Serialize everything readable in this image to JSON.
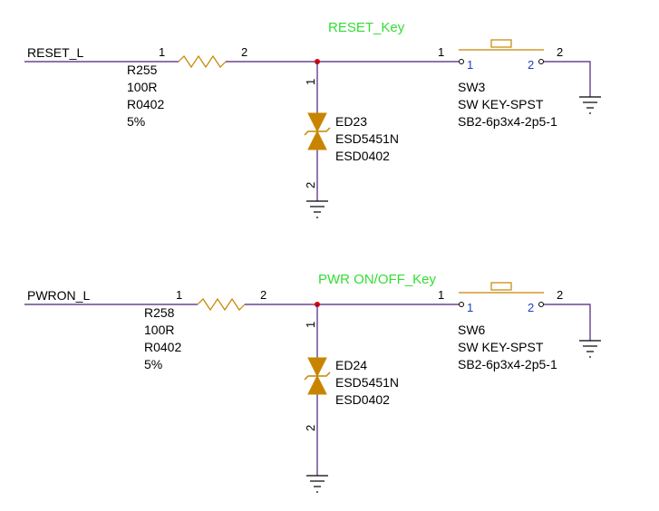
{
  "colors": {
    "wire": "#4b1f7a",
    "component": "#c88400",
    "net_label": "#33dd33",
    "junction": "#dd0000",
    "blue_pin": "#1f3fbf"
  },
  "circuits": [
    {
      "net_label": "RESET_Key",
      "input_net": "RESET_L",
      "resistor": {
        "ref": "R255",
        "value": "100R",
        "footprint": "R0402",
        "tolerance": "5%",
        "pin1": "1",
        "pin2": "2"
      },
      "diode": {
        "ref": "ED23",
        "part": "ESD5451N",
        "footprint": "ESD0402",
        "pin1": "1",
        "pin2": "2"
      },
      "switch": {
        "ref": "SW3",
        "part": "SW KEY-SPST",
        "footprint": "SB2-6p3x4-2p5-1",
        "pin1_outer": "1",
        "pin1_inner": "1",
        "pin2_inner": "2",
        "pin2_outer": "2"
      }
    },
    {
      "net_label": "PWR ON/OFF_Key",
      "input_net": "PWRON_L",
      "resistor": {
        "ref": "R258",
        "value": "100R",
        "footprint": "R0402",
        "tolerance": "5%",
        "pin1": "1",
        "pin2": "2"
      },
      "diode": {
        "ref": "ED24",
        "part": "ESD5451N",
        "footprint": "ESD0402",
        "pin1": "1",
        "pin2": "2"
      },
      "switch": {
        "ref": "SW6",
        "part": "SW KEY-SPST",
        "footprint": "SB2-6p3x4-2p5-1",
        "pin1_outer": "1",
        "pin1_inner": "1",
        "pin2_inner": "2",
        "pin2_outer": "2"
      }
    }
  ]
}
